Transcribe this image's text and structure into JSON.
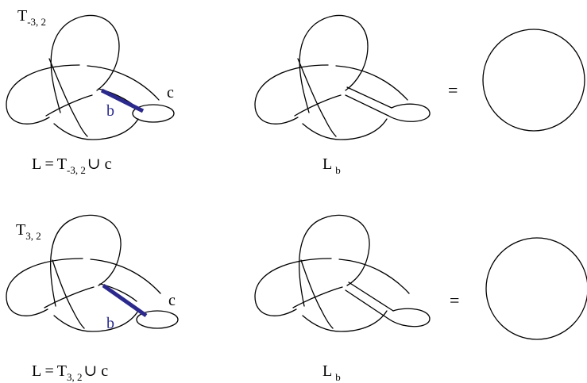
{
  "colors": {
    "band": "#2b2a8c",
    "ink": "#000000",
    "background": "#ffffff"
  },
  "rows": [
    {
      "knot_label": {
        "base": "T",
        "sub": "-3, 2"
      },
      "band_label": "b",
      "circle_label": "c",
      "caption": {
        "prefix": "L =",
        "base": "T",
        "sub": "-3, 2",
        "suffix": "∪ c"
      },
      "surgery_caption": {
        "base": "L",
        "sub": "b"
      },
      "equals": "=",
      "result": "unknot"
    },
    {
      "knot_label": {
        "base": "T",
        "sub": "3, 2"
      },
      "band_label": "b",
      "circle_label": "c",
      "caption": {
        "prefix": "L =",
        "base": "T",
        "sub": "3, 2",
        "suffix": "∪ c"
      },
      "surgery_caption": {
        "base": "L",
        "sub": "b"
      },
      "equals": "=",
      "result": "unknot"
    }
  ]
}
